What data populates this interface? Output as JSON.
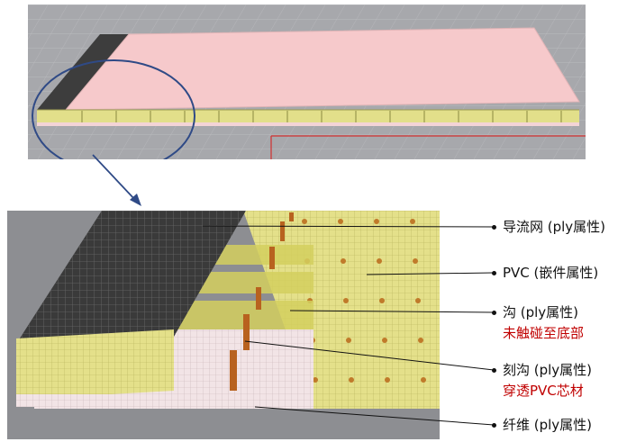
{
  "annotations": [
    {
      "id": "flow-mesh",
      "label": "导流网 (ply属性)",
      "note": ""
    },
    {
      "id": "pvc",
      "label": "PVC (嵌件属性)",
      "note": ""
    },
    {
      "id": "groove",
      "label": "沟 (ply属性)",
      "note": "未触碰至底部"
    },
    {
      "id": "cut-groove",
      "label": "刻沟 (ply属性)",
      "note": "穿透PVC芯材"
    },
    {
      "id": "fiber",
      "label": "纤维 (ply属性)",
      "note": ""
    }
  ],
  "colors": {
    "viewport_bg": "#a7a8ac",
    "panel_top": "#f6c9cb",
    "core": "#e2df8a",
    "flow_mesh": "#3d3d3d",
    "highlight_circle": "#2f4a86",
    "pin": "#b8621f",
    "red_note": "#c00000"
  }
}
